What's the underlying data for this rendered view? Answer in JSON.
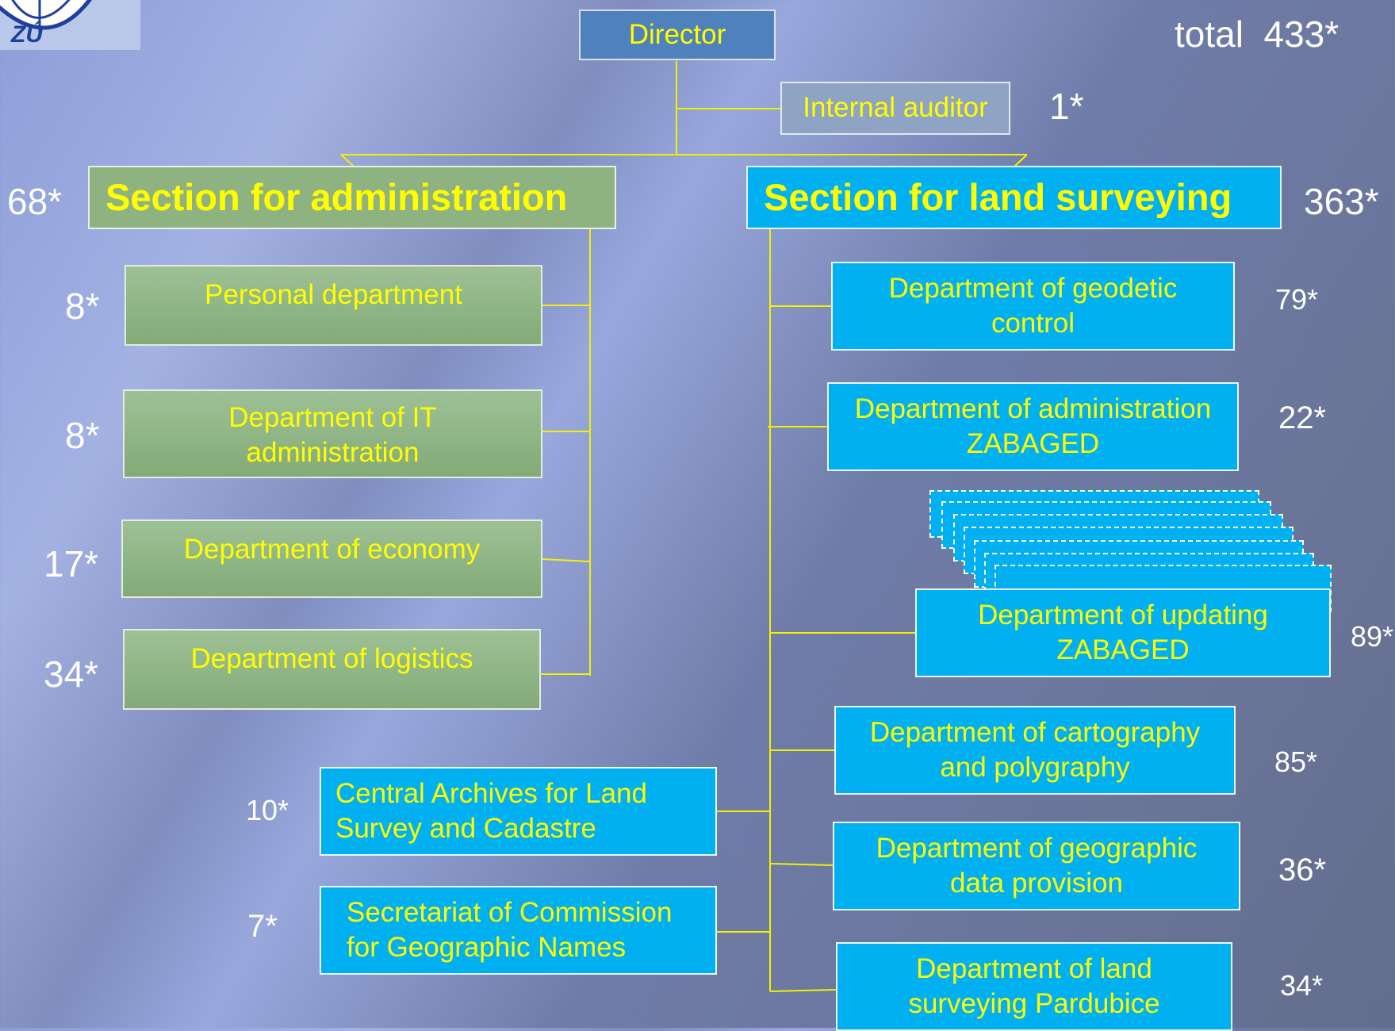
{
  "logo": {
    "text": "ZÚ"
  },
  "total": {
    "label": "total",
    "value": "433*"
  },
  "director": {
    "label": "Director"
  },
  "auditor": {
    "label": "Internal auditor",
    "count": "1*"
  },
  "sections": {
    "admin": {
      "label": "Section for administration",
      "count": "68*"
    },
    "land": {
      "label": "Section for land surveying",
      "count": "363*"
    }
  },
  "admin_departments": [
    {
      "label": "Personal department",
      "count": "8*"
    },
    {
      "label": "Department of IT\nadministration",
      "count": "8*"
    },
    {
      "label": "Department of economy",
      "count": "17*"
    },
    {
      "label": "Department of logistics",
      "count": "34*"
    }
  ],
  "other_units": [
    {
      "label": "Central Archives for Land\n        Survey and Cadastre",
      "count": "10*"
    },
    {
      "label": "Secretariat of Commission\n  for Geographic Names",
      "count": "7*"
    }
  ],
  "land_departments": [
    {
      "label": "Department of geodetic\n control",
      "count": "79*"
    },
    {
      "label": "Department of administration\nZABAGED",
      "count": "22*"
    },
    {
      "label": "Department of updating\nZABAGED",
      "count": "89*"
    },
    {
      "label": "Department of cartography\n and polygraphy",
      "count": "85*"
    },
    {
      "label": "Department of geographic\n     data provision",
      "count": "36*"
    },
    {
      "label": "Department of land\n  surveying Pardubice",
      "count": "34*"
    }
  ]
}
